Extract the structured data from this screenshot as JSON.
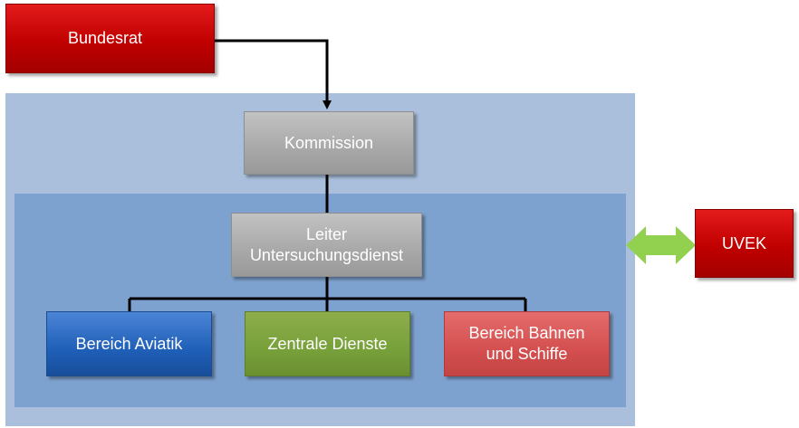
{
  "diagram": {
    "nodes": {
      "bundesrat": "Bundesrat",
      "kommission": "Kommission",
      "leiter_line1": "Leiter",
      "leiter_line2": "Untersuchungsdienst",
      "aviatik": "Bereich Aviatik",
      "dienste": "Zentrale Dienste",
      "bahnen_line1": "Bereich Bahnen",
      "bahnen_line2": "und Schiffe",
      "uvek": "UVEK"
    },
    "colors": {
      "red": "#c00000",
      "grey": "#a6a6a6",
      "blue": "#1f5fb8",
      "green": "#77a03a",
      "rose": "#d44f4f",
      "outer_panel": "#a9bfdc",
      "inner_panel": "#7ea2cf",
      "double_arrow": "#92d050",
      "connector": "#000000"
    }
  }
}
